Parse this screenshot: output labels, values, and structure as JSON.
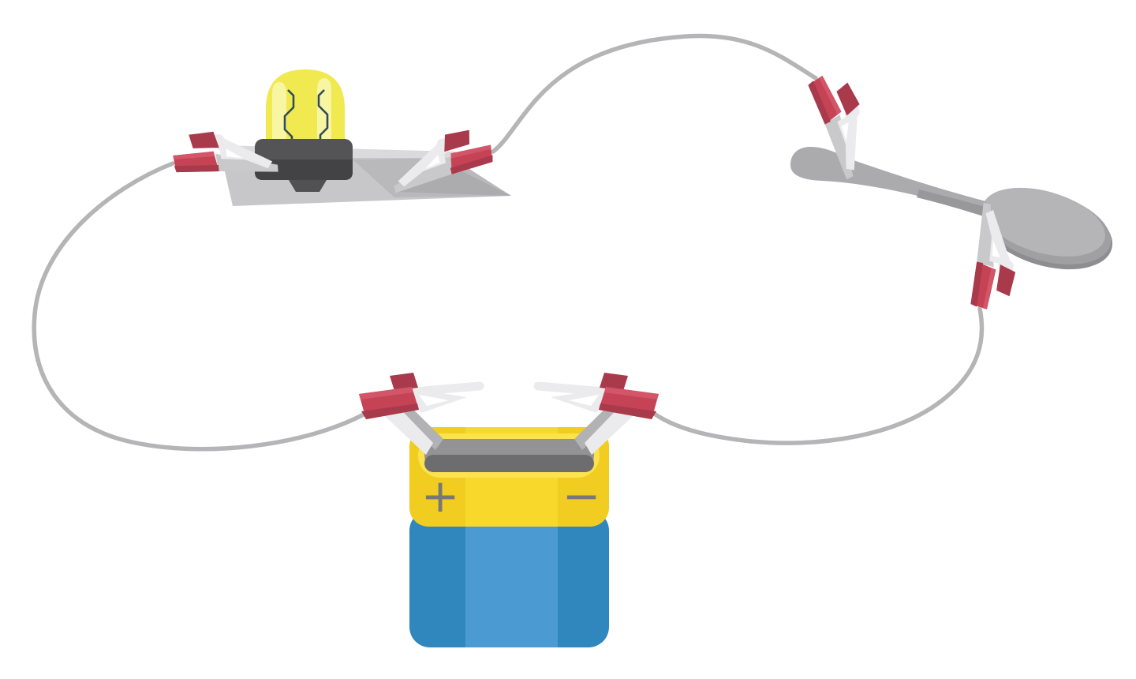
{
  "scene": "simple-circuit-conductivity-experiment",
  "battery": {
    "positive_label": "+",
    "negative_label": "−"
  },
  "components": [
    "light-bulb",
    "metal-plate",
    "battery",
    "spoon",
    "alligator-clip-bulb-left",
    "alligator-clip-bulb-right",
    "alligator-clip-spoon-top",
    "alligator-clip-spoon-bottom",
    "alligator-clip-battery-positive",
    "alligator-clip-battery-negative",
    "wire-battery-to-bulb",
    "wire-bulb-to-spoon",
    "wire-spoon-to-battery"
  ],
  "colors": {
    "background": "#ffffff",
    "wire": "#b5b5b7",
    "clip_red": "#c64356",
    "clip_red_light": "#d25568",
    "clip_red_dark": "#a83a4c",
    "metal_light": "#ebebed",
    "metal_mid": "#c9c9cb",
    "metal_shadow": "#b2b2b4",
    "bulb_glass": "#f0e94f",
    "bulb_glass_light": "#f8f5a3",
    "filament": "#2f4c5a",
    "bulb_base": "#545457",
    "bulb_base_dark": "#434346",
    "bulb_base_tab": "#515154",
    "plate": "#c7c7c9",
    "plate_light": "#dadadc",
    "plate_shadow": "#b9b9bb",
    "plate_shadow_dark": "#acacae",
    "spoon": "#ababad",
    "spoon_dark": "#98989a",
    "spoon_rim": "#8e8e90",
    "spoon_mid": "#a0a0a2",
    "spoon_bowl": "#b5b5b7",
    "battery_yellow": "#f0cd20",
    "battery_yellow_light": "#f8d92b",
    "battery_ring": "#fbe24e",
    "battery_blue": "#2f87be",
    "battery_blue_light": "#4c9ad2",
    "opening_top": "#939395",
    "opening_bottom": "#6d6d6f",
    "terminal_sign": "#77777a"
  }
}
